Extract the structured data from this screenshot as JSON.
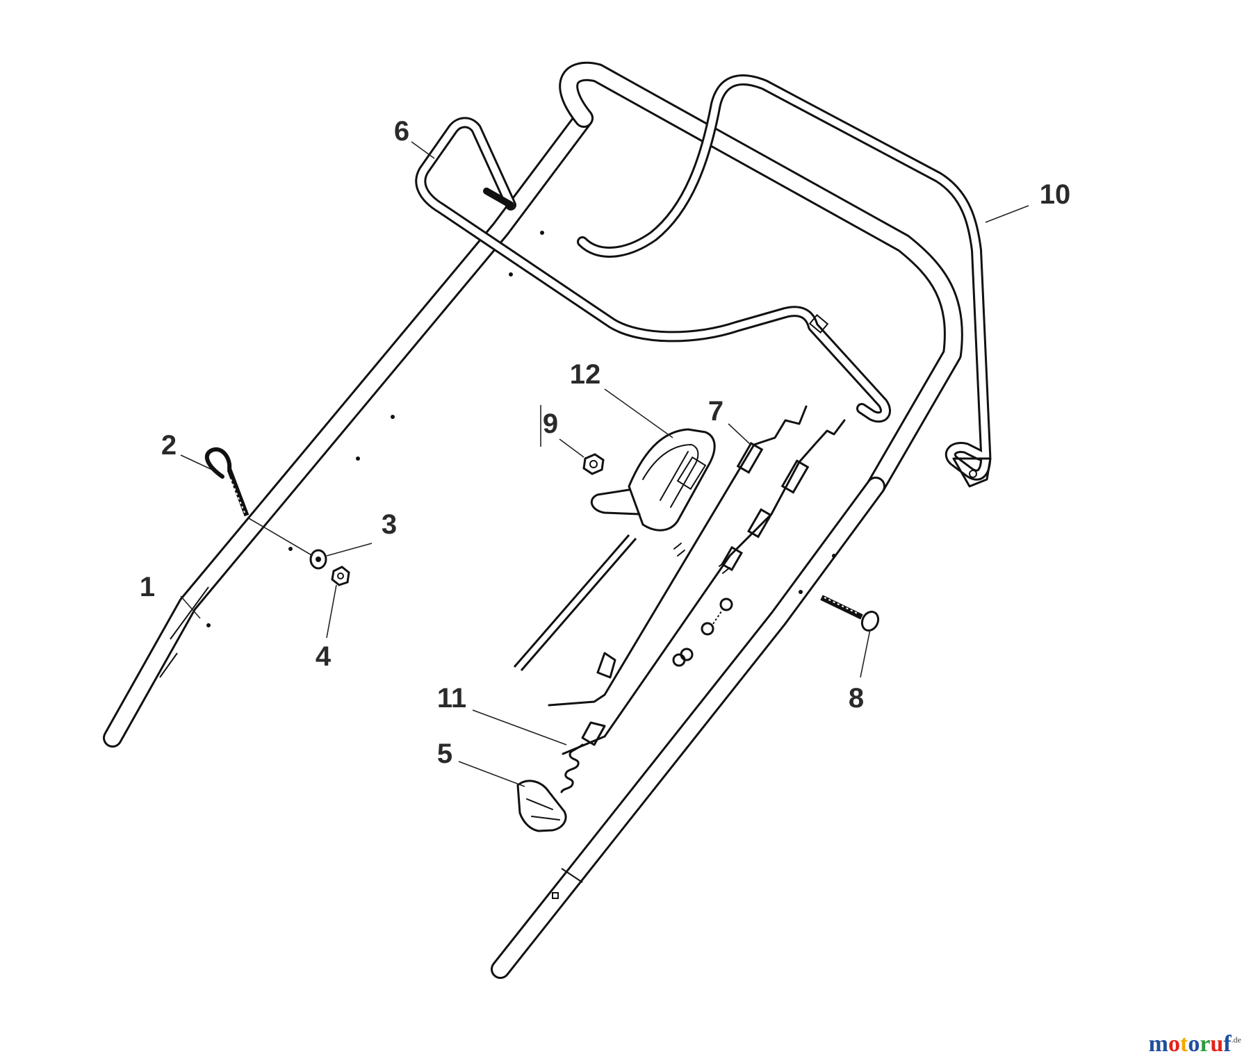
{
  "diagram": {
    "callouts": [
      {
        "id": "1",
        "label": "1"
      },
      {
        "id": "2",
        "label": "2"
      },
      {
        "id": "3",
        "label": "3"
      },
      {
        "id": "4",
        "label": "4"
      },
      {
        "id": "5",
        "label": "5"
      },
      {
        "id": "6",
        "label": "6"
      },
      {
        "id": "7",
        "label": "7"
      },
      {
        "id": "8",
        "label": "8"
      },
      {
        "id": "9",
        "label": "9"
      },
      {
        "id": "10",
        "label": "10"
      },
      {
        "id": "11",
        "label": "11"
      },
      {
        "id": "12",
        "label": "12"
      }
    ]
  },
  "watermark": {
    "letters": [
      "m",
      "o",
      "t",
      "o",
      "r",
      "u",
      "f"
    ],
    "letter_colors": [
      "#1f4e9c",
      "#e2231a",
      "#f2a900",
      "#1f4e9c",
      "#2e9a3e",
      "#e2231a",
      "#1f4e9c"
    ],
    "suffix": ".de"
  }
}
